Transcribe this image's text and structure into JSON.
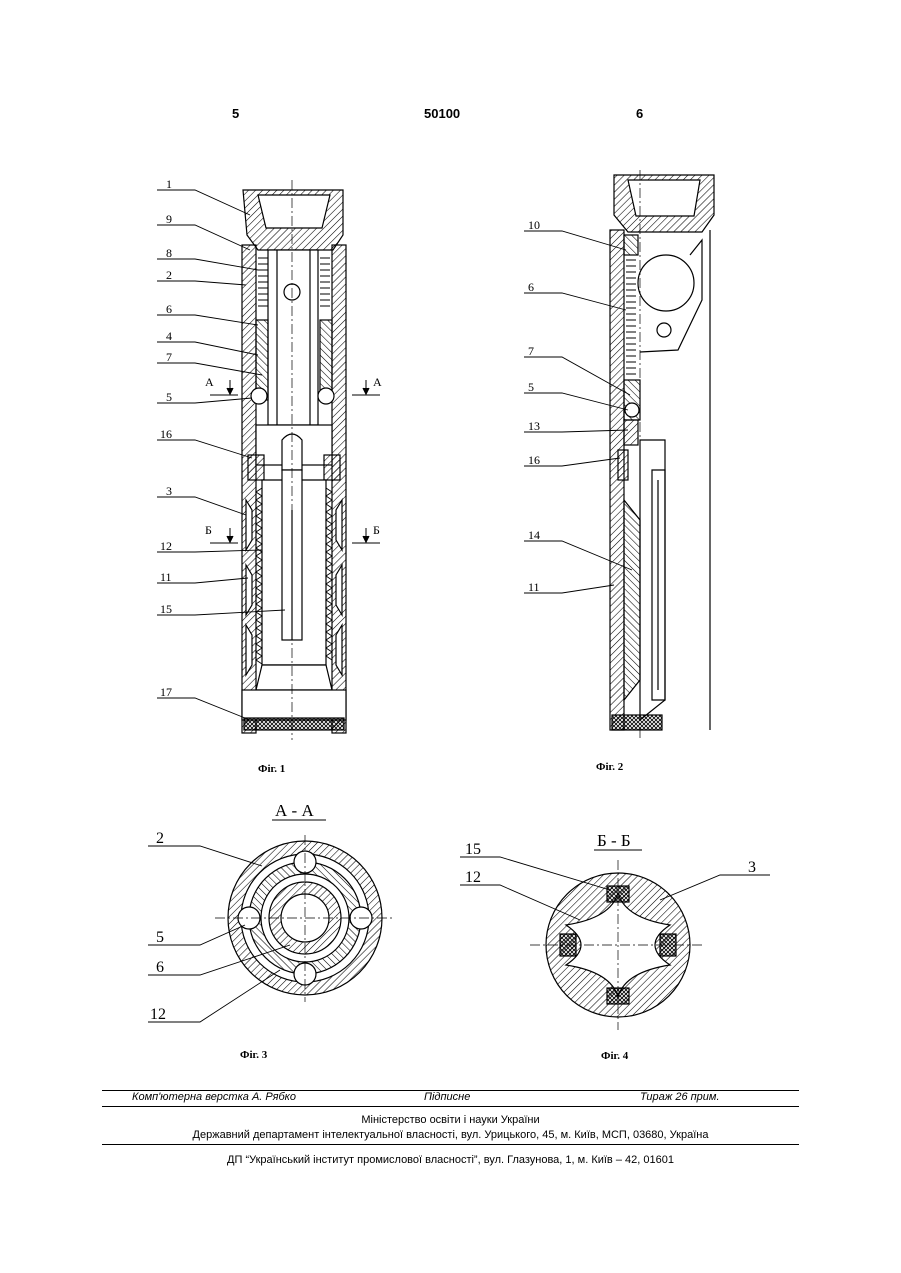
{
  "header": {
    "left_page": "5",
    "patent_number": "50100",
    "right_page": "6"
  },
  "figures": {
    "fig1": {
      "caption": "Фіг. 1",
      "labels": [
        "1",
        "9",
        "8",
        "2",
        "6",
        "4",
        "7",
        "5",
        "16",
        "3",
        "12",
        "11",
        "15",
        "17"
      ],
      "section_a": "А",
      "section_b": "Б"
    },
    "fig2": {
      "caption": "Фіг. 2",
      "labels": [
        "10",
        "6",
        "7",
        "5",
        "13",
        "16",
        "14",
        "11"
      ]
    },
    "fig3": {
      "caption": "Фіг. 3",
      "title": "А - А",
      "labels": [
        "2",
        "5",
        "6",
        "12"
      ]
    },
    "fig4": {
      "caption": "Фіг. 4",
      "title": "Б - Б",
      "labels": [
        "15",
        "12",
        "3"
      ]
    }
  },
  "footer": {
    "layout": "Комп'ютерна верстка А. Рябко",
    "signed": "Підписне",
    "circulation": "Тираж 26 прим.",
    "ministry": "Міністерство освіти і науки України",
    "department": "Державний департамент інтелектуальної власності, вул. Урицького, 45, м. Київ, МСП, 03680, Україна",
    "institute": "ДП “Український інститут промислової власності”, вул. Глазунова, 1, м. Київ – 42, 01601"
  }
}
